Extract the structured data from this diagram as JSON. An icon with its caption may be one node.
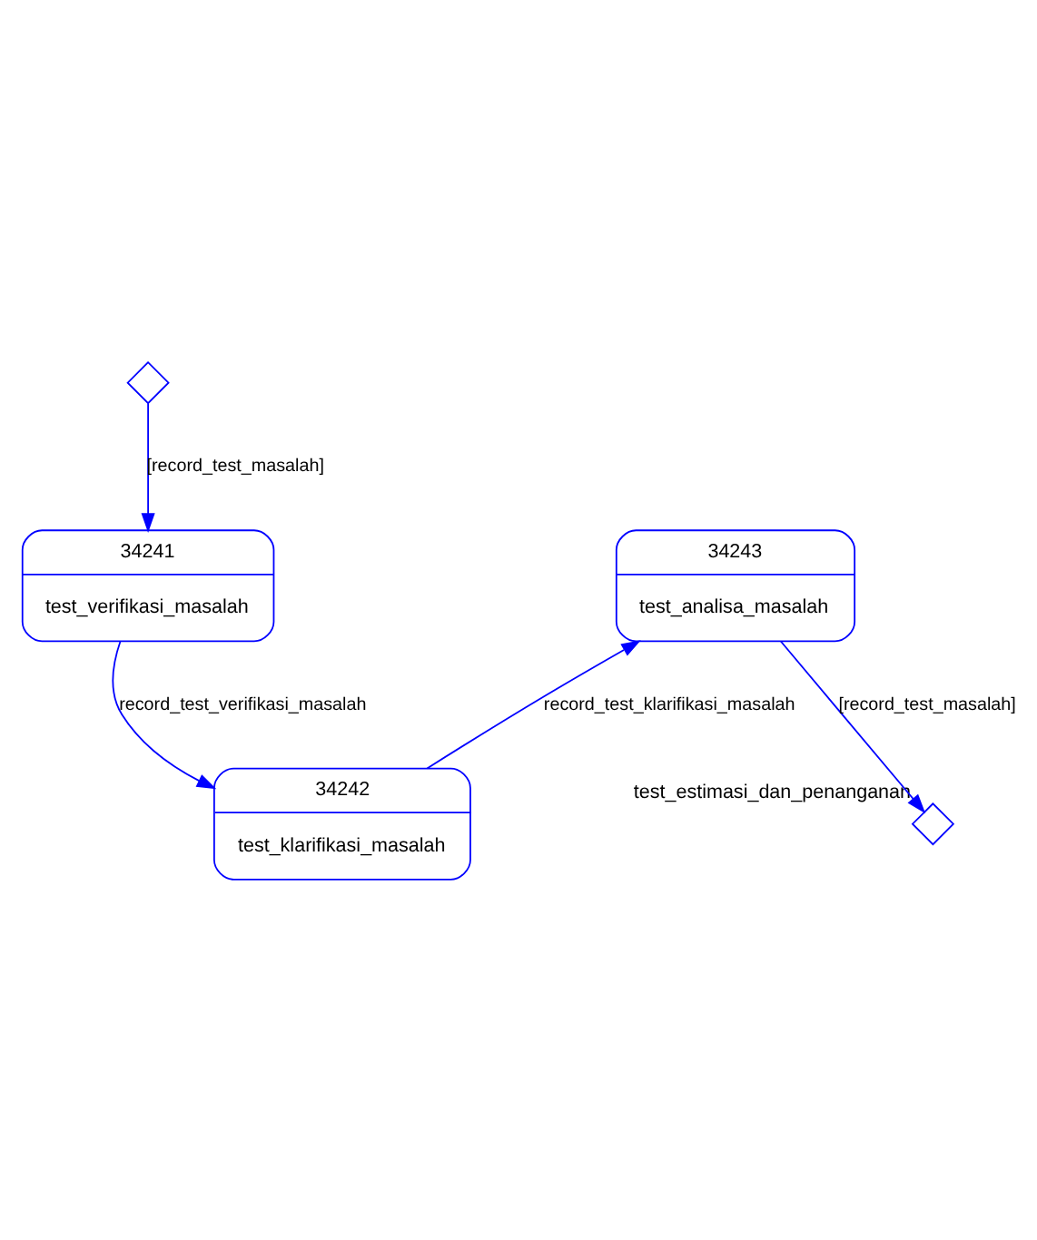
{
  "diagram": {
    "nodes": [
      {
        "text": [],
        "shape": "diamond"
      },
      {
        "text": [
          "34241",
          "test_verifikasi_masalah"
        ]
      },
      {
        "text": [
          "34242",
          "test_klarifikasi_masalah"
        ]
      },
      {
        "text": [
          "34243",
          "test_analisa_masalah"
        ]
      },
      {
        "text": [],
        "shape": "diamond",
        "beside": [
          "test_estimasi_dan_penanganan"
        ]
      }
    ],
    "edges": [
      {
        "from": 0,
        "to": 1,
        "arrow": "to",
        "label": "[record_test_masalah]"
      },
      {
        "from": 1,
        "to": 2,
        "arrow": "to",
        "label": "record_test_verifikasi_masalah"
      },
      {
        "from": 2,
        "to": 3,
        "arrow": "to",
        "label": "record_test_klarifikasi_masalah"
      },
      {
        "from": 3,
        "to": 4,
        "arrow": "to",
        "label": "[record_test_masalah]"
      }
    ]
  }
}
